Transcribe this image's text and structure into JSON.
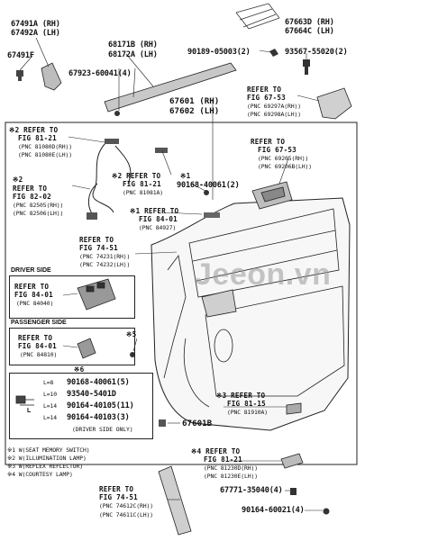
{
  "callouts": {
    "p67491": [
      "67491A (RH)",
      "67492A (LH)"
    ],
    "p67491f": "67491F",
    "p68171": [
      "68171B (RH)",
      "68172A (LH)"
    ],
    "p67923": "67923-60041(4)",
    "p67663": [
      "67663D (RH)",
      "67664C (LH)"
    ],
    "p90189": "90189-05003(2)",
    "p93567": "93567-55020(2)",
    "ref67_53_top": [
      "REFER TO",
      "FIG 67-53",
      "(PNC 69297A(RH))",
      "(PNC 69298A(LH))"
    ],
    "p67601": [
      "67601 (RH)",
      "67602 (LH)"
    ],
    "ref81_21_a": [
      "※2 REFER TO",
      "FIG 81-21",
      "(PNC 81080D(RH))",
      "(PNC 81080E(LH))"
    ],
    "ref82_02": [
      "※2",
      "REFER TO",
      "FIG 82-02",
      "(PNC 82505(RH))",
      "(PNC 82506(LH))"
    ],
    "ref81_21_b": [
      "※2 REFER TO",
      "FIG 81-21",
      "(PNC 81081A)"
    ],
    "p90168_top": [
      "※1",
      "90168-40061(2)"
    ],
    "ref84_01_a": [
      "※1 REFER TO",
      "FIG 84-01",
      "(PNC 84927)"
    ],
    "ref67_53_mid": [
      "REFER TO",
      "FIG 67-53",
      "(PNC 69205(RH))",
      "(PNC 69206B(LH))"
    ],
    "ref74_51_a": [
      "REFER TO",
      "FIG 74-51",
      "(PNC 74231(RH))",
      "(PNC 74232(LH))"
    ],
    "driver_side": "DRIVER SIDE",
    "ref84_01_b": [
      "REFER TO",
      "FIG 84-01",
      "(PNC 84040)"
    ],
    "passenger_side": "PASSENGER SIDE",
    "ref84_01_c": [
      "REFER TO",
      "FIG 84-01",
      "(PNC 84810)"
    ],
    "star5": "※5",
    "star6": "※6",
    "ref81_15": [
      "※3 REFER TO",
      "FIG 81-15",
      "(PNC 81910A)"
    ],
    "p67601b": "67601B",
    "ref81_21_c": [
      "※4 REFER TO",
      "FIG 81-21",
      "(PNC 81230D(RH))",
      "(PNC 81230E(LH))"
    ],
    "p67771": "67771-35040(4)",
    "ref74_51_b": [
      "REFER TO",
      "FIG 74-51",
      "(PNC 74612C(RH))",
      "(PNC 74611C(LH))"
    ],
    "p90164": "90164-60021(4)"
  },
  "screw_table": {
    "rows": [
      {
        "length": "L=8",
        "part": "90168-40061(5)"
      },
      {
        "length": "L=10",
        "part": "93540-5401D"
      },
      {
        "length": "L=14",
        "part": "90164-40105(11)"
      },
      {
        "length": "L=14",
        "part": "90164-40103(3)"
      }
    ],
    "note": "(DRIVER SIDE ONLY)",
    "dim_label": "L"
  },
  "legend": [
    "※1 W(SEAT MEMORY SWITCH)",
    "※2 W(ILLUMINATION LAMP)",
    "※3 W(REFLEX REFLECTOR)",
    "※4 W(COURTESY LAMP)"
  ],
  "watermark": "Jeeon.vn"
}
